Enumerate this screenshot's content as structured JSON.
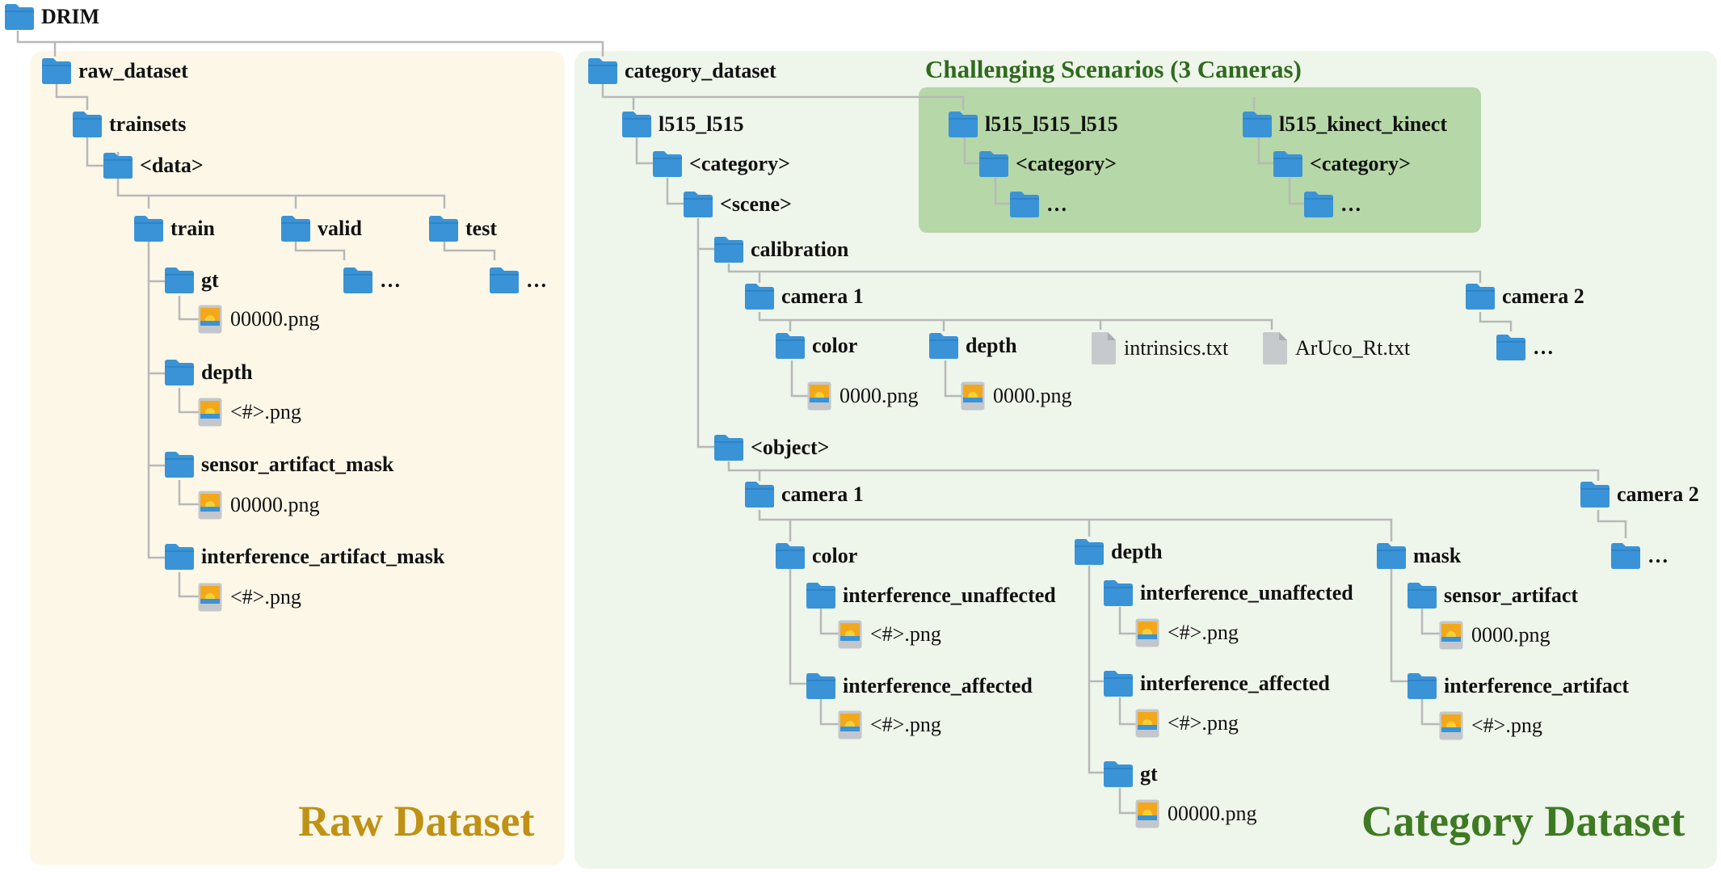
{
  "root": "DRIM",
  "titles": {
    "raw": "Raw Dataset",
    "category": "Category Dataset",
    "challenging": "Challenging Scenarios (3 Cameras)"
  },
  "colors": {
    "folder": "#3a93d6",
    "raw_panel": "#fdf7e8",
    "category_panel": "#eef5ea",
    "challenging_panel": "#b6d7a7",
    "raw_title": "#bf9115",
    "category_title": "#3e7a22",
    "connector": "#b8b8b8"
  },
  "raw": {
    "raw_dataset": "raw_dataset",
    "trainsets": "trainsets",
    "data": "<data>",
    "train": "train",
    "valid": "valid",
    "test": "test",
    "ellipsis": "…",
    "gt": "gt",
    "gt_file": "00000.png",
    "depth": "depth",
    "depth_file": "<#>.png",
    "sensor_artifact_mask": "sensor_artifact_mask",
    "sensor_file": "00000.png",
    "interference_artifact_mask": "interference_artifact_mask",
    "interference_file": "<#>.png"
  },
  "category": {
    "category_dataset": "category_dataset",
    "l515_l515": "l515_l515",
    "category": "<category>",
    "scene": "<scene>",
    "calibration": "calibration",
    "camera1": "camera 1",
    "camera2": "camera 2",
    "color": "color",
    "depth": "depth",
    "png_0000": "0000.png",
    "intrinsics": "intrinsics.txt",
    "aruco": "ArUco_Rt.txt",
    "object": "<object>",
    "mask": "mask",
    "interference_unaffected": "interference_unaffected",
    "interference_affected": "interference_affected",
    "hash_png": "<#>.png",
    "gt": "gt",
    "gt_file": "00000.png",
    "sensor_artifact": "sensor_artifact",
    "interference_artifact": "interference_artifact",
    "ellipsis": "…"
  },
  "challenging": {
    "l515_l515_l515": "l515_l515_l515",
    "l515_kinect_kinect": "l515_kinect_kinect",
    "category": "<category>",
    "ellipsis": "…"
  }
}
